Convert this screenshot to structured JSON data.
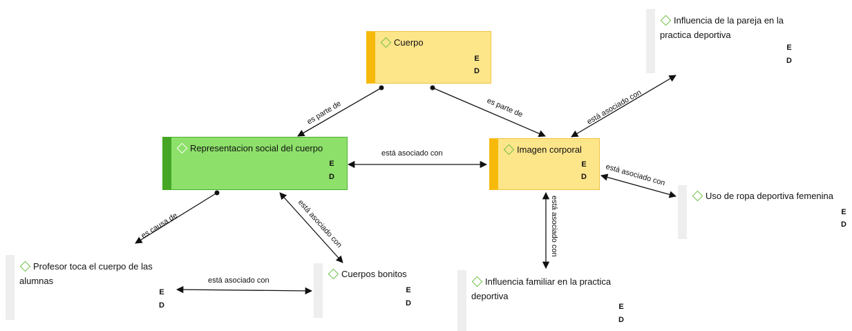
{
  "nodes": {
    "cuerpo": {
      "label": "Cuerpo",
      "e": "E",
      "d": "D",
      "color": "#fde58a"
    },
    "representacion": {
      "label": "Representacion social del cuerpo",
      "e": "E",
      "d": "D",
      "color": "#8de06a"
    },
    "imagen": {
      "label": "Imagen corporal",
      "e": "E",
      "d": "D",
      "color": "#fde58a"
    },
    "pareja": {
      "label": "Influencia de la pareja en la practica deportiva",
      "e": "E",
      "d": "D"
    },
    "ropa": {
      "label": "Uso de ropa deportiva femenina",
      "e": "E",
      "d": "D"
    },
    "profesor": {
      "label": "Profesor toca el cuerpo de las alumnas",
      "e": "E",
      "d": "D"
    },
    "bonitos": {
      "label": "Cuerpos bonitos",
      "e": "E",
      "d": "D"
    },
    "familiar": {
      "label": "Influencia familiar en la practica deportiva",
      "e": "E",
      "d": "D"
    }
  },
  "links": {
    "cuerpo_representacion": "es parte de",
    "cuerpo_imagen": "es parte de",
    "representacion_imagen": "está asociado con",
    "imagen_pareja": "está asociado con",
    "imagen_ropa": "está asociado con",
    "imagen_familiar": "está asociado con",
    "representacion_profesor": "es causa de",
    "representacion_bonitos": "está asociado con",
    "profesor_bonitos": "está asociado con"
  }
}
